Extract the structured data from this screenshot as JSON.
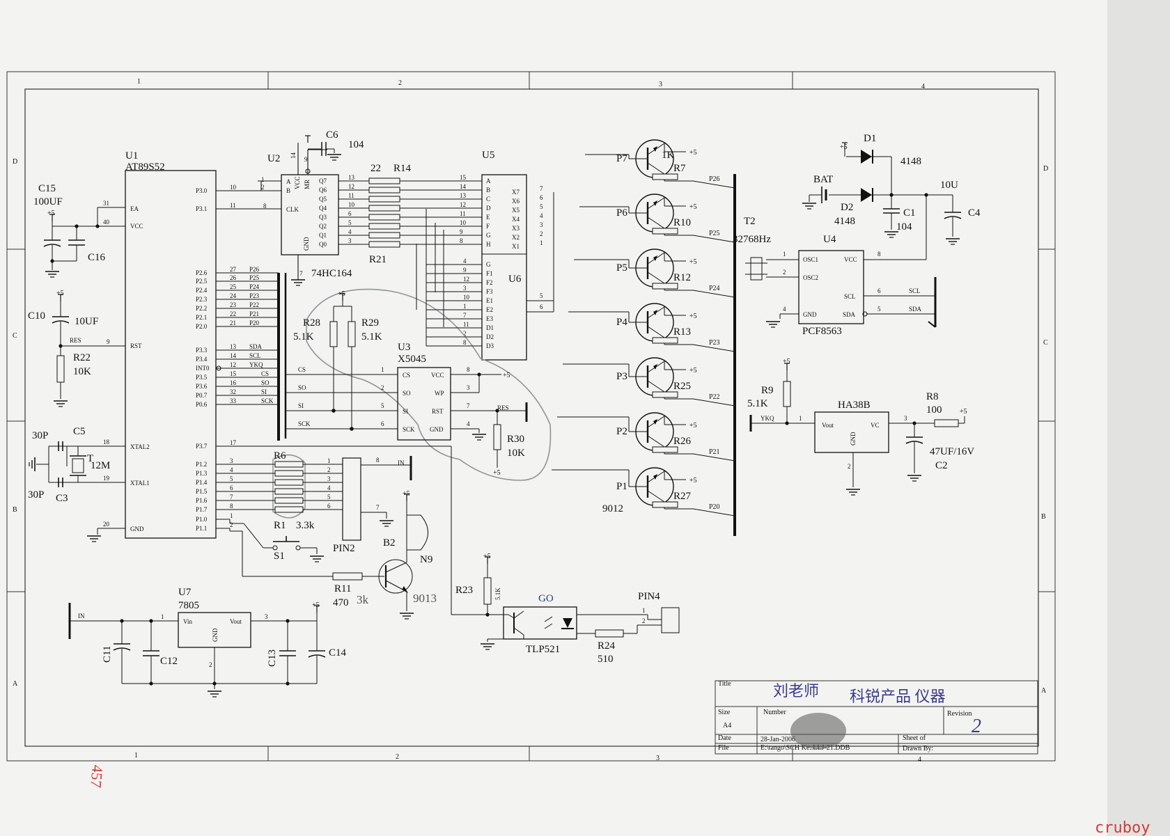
{
  "watermark": "cruboy",
  "colors": {
    "paper": "#f3f3f1",
    "ink": "#111111",
    "pencil": "#8f9596",
    "watermark": "#d23a3a",
    "pen": "#3a3a8a"
  },
  "frame": {
    "cols": [
      "1",
      "2",
      "3",
      "4"
    ],
    "rows": [
      "D",
      "C",
      "B",
      "A"
    ]
  },
  "u1": {
    "ref": "U1",
    "part": "AT89S52",
    "left_pins": [
      "EA",
      "VCC",
      "RST",
      "XTAL2",
      "XTAL1",
      "GND"
    ],
    "left_nums": [
      "31",
      "40",
      "9",
      "18",
      "19",
      "20"
    ],
    "right_pins": [
      "P3.0",
      "P3.1",
      "P2.6",
      "P2.5",
      "P2.4",
      "P2.3",
      "P2.2",
      "P2.1",
      "P2.0",
      "P3.3",
      "P3.4",
      "INT0",
      "P3.5",
      "P3.6",
      "P0.7",
      "P0.6",
      "P3.7",
      "P1.2",
      "P1.3",
      "P1.4",
      "P1.5",
      "P1.6",
      "P1.7",
      "P1.0",
      "P1.1"
    ],
    "right_nums": [
      "10",
      "11",
      "27",
      "26",
      "25",
      "24",
      "23",
      "22",
      "21",
      "13",
      "14",
      "12",
      "15",
      "16",
      "32",
      "33",
      "17",
      "3",
      "4",
      "5",
      "6",
      "7",
      "8",
      "1",
      "2"
    ],
    "net_labels": [
      "P26",
      "P25",
      "P24",
      "P23",
      "P22",
      "P21",
      "P20",
      "SDA",
      "SCL",
      "YKQ",
      "CS",
      "SO",
      "SI",
      "SCK"
    ]
  },
  "u2": {
    "ref": "U2",
    "part": "74HC164",
    "left_pins": [
      "A",
      "B",
      "CLK"
    ],
    "top_pins": [
      "VCC",
      "MR"
    ],
    "bottom_pin": "GND",
    "right_pins": [
      "Q7",
      "Q6",
      "Q5",
      "Q4",
      "Q3",
      "Q2",
      "Q1",
      "Q0"
    ],
    "right_nums": [
      "13",
      "12",
      "11",
      "10",
      "6",
      "5",
      "4",
      "3"
    ],
    "pin_nums": [
      "1",
      "2",
      "8",
      "14",
      "9",
      "7"
    ]
  },
  "r14": {
    "ref": "R14",
    "val": "22"
  },
  "r21": {
    "ref": "R21"
  },
  "c6": {
    "ref": "C6",
    "val": "104"
  },
  "u5": {
    "ref": "U5",
    "left_pins": [
      "A",
      "B",
      "C",
      "D",
      "E",
      "F",
      "G",
      "H"
    ],
    "left_nums": [
      "15",
      "14",
      "13",
      "12",
      "11",
      "10",
      "9",
      "8"
    ],
    "right_pins": [
      "X7",
      "X6",
      "X5",
      "X4",
      "X3",
      "X2",
      "X1"
    ],
    "right_nums": [
      "7",
      "6",
      "5",
      "4",
      "3",
      "2",
      "1"
    ]
  },
  "u6": {
    "ref": "U6",
    "left_pins": [
      "G",
      "F1",
      "F2",
      "F3",
      "E1",
      "E2",
      "E3",
      "D1",
      "D2",
      "D3"
    ],
    "left_nums": [
      "4",
      "9",
      "12",
      "3",
      "10",
      "1",
      "7",
      "11",
      "2",
      "8"
    ],
    "right_nums": [
      "5",
      "6"
    ]
  },
  "transistors": {
    "refs": [
      "P7",
      "P6",
      "P5",
      "P4",
      "P3",
      "P2",
      "P1"
    ],
    "rbase": [
      "R7",
      "R10",
      "R12",
      "R13",
      "R25",
      "R26",
      "R27"
    ],
    "nets": [
      "P26",
      "P25",
      "P24",
      "P23",
      "P22",
      "P21",
      "P20"
    ],
    "r7val": "1K",
    "type": "9012"
  },
  "rtc": {
    "ref": "U4",
    "part": "PCF8563",
    "left_pins": [
      "OSC1",
      "OSC2",
      "GND"
    ],
    "right_pins": [
      "VCC",
      "SCL",
      "SDA"
    ],
    "nums": [
      "1",
      "2",
      "4",
      "8",
      "6",
      "5"
    ],
    "nets": [
      "SCL",
      "SDA"
    ]
  },
  "crystal2": {
    "ref": "T2",
    "val": "32768Hz"
  },
  "battery": {
    "ref": "BAT",
    "d1": "D1",
    "d1v": "4148",
    "d2": "D2",
    "d2v": "4148",
    "c1": "C1",
    "c1v": "104",
    "c4": "C4",
    "c4v": "10U"
  },
  "u3": {
    "ref": "U3",
    "part": "X5045",
    "left_pins": [
      "CS",
      "SO",
      "SI",
      "SCK"
    ],
    "right_pins": [
      "VCC",
      "WP",
      "RST",
      "GND"
    ],
    "nums": [
      "1",
      "2",
      "5",
      "6",
      "8",
      "3",
      "7",
      "4"
    ],
    "r28": "R28",
    "r28v": "5.1K",
    "r29": "R29",
    "r29v": "5.1K",
    "r30": "R30",
    "r30v": "10K",
    "res": "RES"
  },
  "ir": {
    "ref": "HA38B",
    "pins": [
      "Vout",
      "VC",
      "GND"
    ],
    "nums": [
      "1",
      "3",
      "2"
    ],
    "net": "YKQ",
    "r9": "R9",
    "r9v": "5.1K",
    "r8": "R8",
    "r8v": "100",
    "c2": "C2",
    "c2v": "47UF/16V"
  },
  "c15": {
    "ref": "C15",
    "val": "100UF"
  },
  "c16": {
    "ref": "C16"
  },
  "c10": {
    "ref": "C10",
    "val": "10UF"
  },
  "r22": {
    "ref": "R22",
    "val": "10K"
  },
  "xtal": {
    "c5": "C5",
    "c5v": "30P",
    "c3": "C3",
    "c3v": "30P",
    "t": "T",
    "tv": "12M"
  },
  "r6": {
    "ref": "R6",
    "r1": "R1",
    "r1v": "3.3k"
  },
  "pin2": {
    "ref": "PIN2",
    "nums": [
      "1",
      "2",
      "3",
      "4",
      "5",
      "6",
      "7",
      "8"
    ],
    "net": "IN"
  },
  "s1": {
    "ref": "S1"
  },
  "buzzer": {
    "ref": "B2",
    "n": "N9",
    "r11": "R11",
    "r11v": "470",
    "pencil_r": "3k",
    "pencil_t": "9013"
  },
  "opto": {
    "go": "GO",
    "part": "TLP521",
    "r23": "R23",
    "r23v": "5.1K",
    "r24": "R24",
    "r24v": "510",
    "pin4": "PIN4",
    "nums": [
      "1",
      "2"
    ]
  },
  "u7": {
    "ref": "U7",
    "part": "7805",
    "pins": [
      "Vin",
      "Vout",
      "GND"
    ],
    "nums": [
      "1",
      "3",
      "2"
    ],
    "in": "IN",
    "c11": "C11",
    "c12": "C12",
    "c13": "C13",
    "c14": "C14"
  },
  "power": {
    "vcc": "+5"
  },
  "title_block": {
    "title": "Title",
    "size": "Size",
    "size_val": "A4",
    "number": "Number",
    "revision": "Revision",
    "rev_val": "2",
    "date": "Date",
    "date_val": "28-Jan-2006",
    "file": "File",
    "file_val": "E:\\tango\\SCH Ke..LLJ-21.DDB",
    "sheet": "Sheet  of",
    "drawn": "Drawn By:",
    "handwritten_name": "刘老师",
    "handwritten_title": "科锐产品 仪器"
  },
  "stamp": "457"
}
